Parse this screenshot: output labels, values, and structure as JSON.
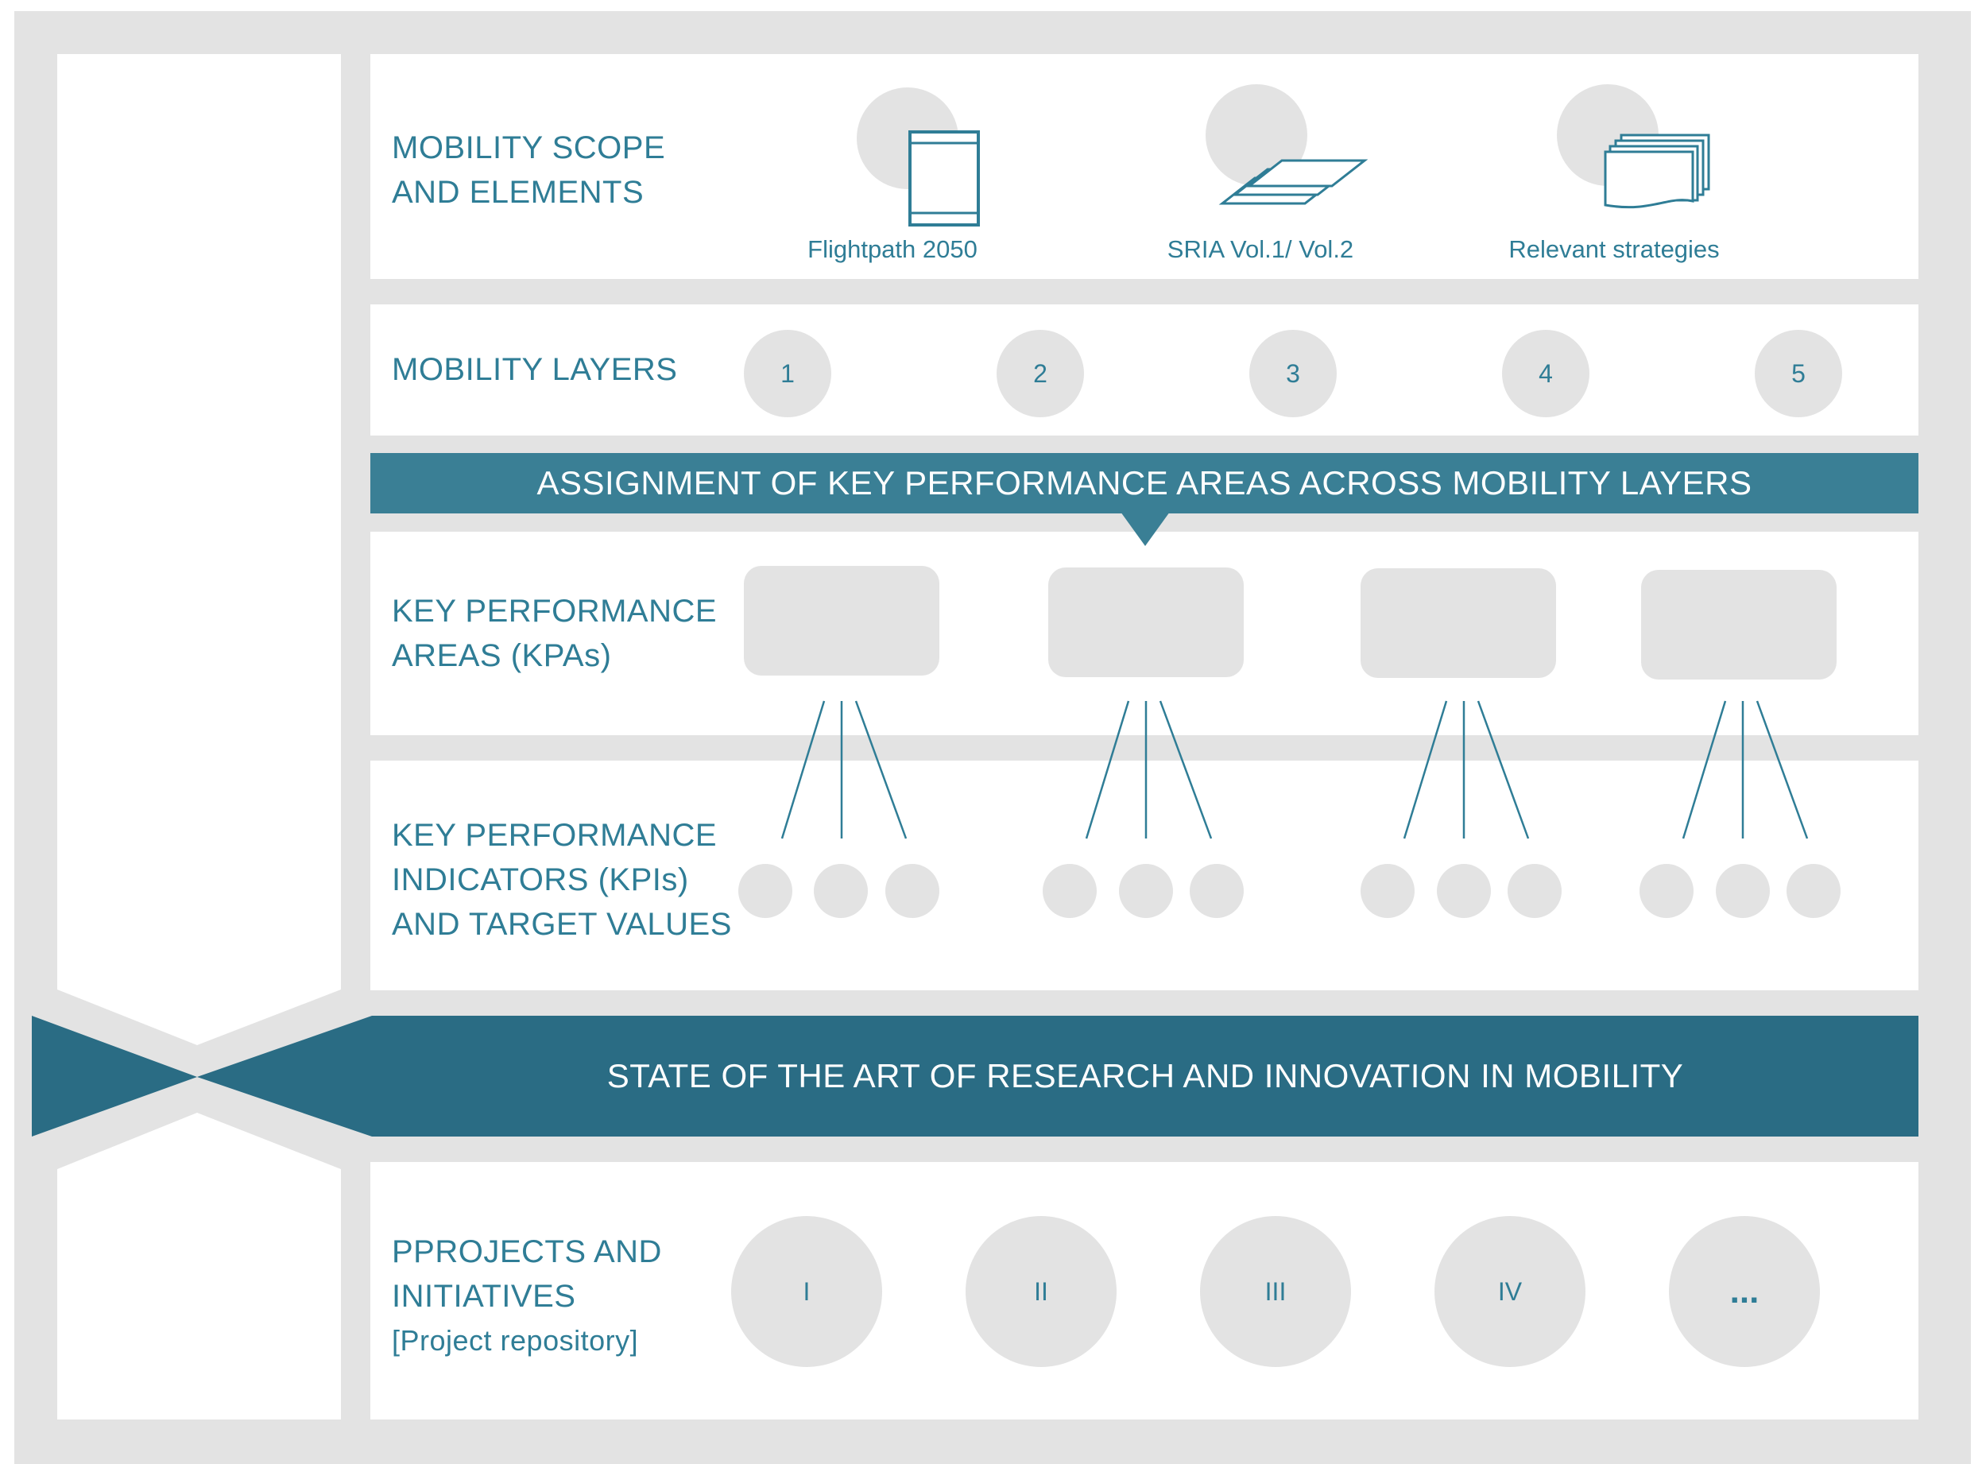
{
  "colors": {
    "accent": "#2f7d96",
    "band_primary": "#3a7f95",
    "band_dark": "#2a6c84",
    "panel_gray": "#e3e3e3"
  },
  "scope": {
    "label_line1": "MOBILITY SCOPE",
    "label_line2": "AND ELEMENTS",
    "documents": [
      {
        "label": "Flightpath 2050",
        "icon": "document-icon"
      },
      {
        "label": "SRIA Vol.1/ Vol.2",
        "icon": "stacked-sheets-icon"
      },
      {
        "label": "Relevant strategies",
        "icon": "document-stack-icon"
      }
    ]
  },
  "layers": {
    "label": "MOBILITY LAYERS",
    "items": [
      "1",
      "2",
      "3",
      "4",
      "5"
    ]
  },
  "assignment_band": {
    "text": "ASSIGNMENT OF KEY PERFORMANCE AREAS ACROSS MOBILITY LAYERS"
  },
  "kpa": {
    "label_line1": "KEY PERFORMANCE",
    "label_line2": "AREAS (KPAs)"
  },
  "kpi": {
    "label_line1": "KEY PERFORMANCE",
    "label_line2": "INDICATORS (KPIs)",
    "label_line3": "AND TARGET VALUES"
  },
  "state_band": {
    "text": "STATE OF THE ART OF RESEARCH AND INNOVATION IN MOBILITY"
  },
  "projects": {
    "label_line1": "PPROJECTS AND",
    "label_line2": "INITIATIVES",
    "label_sub": "[Project repository]",
    "items": [
      "I",
      "II",
      "III",
      "IV",
      "..."
    ]
  }
}
